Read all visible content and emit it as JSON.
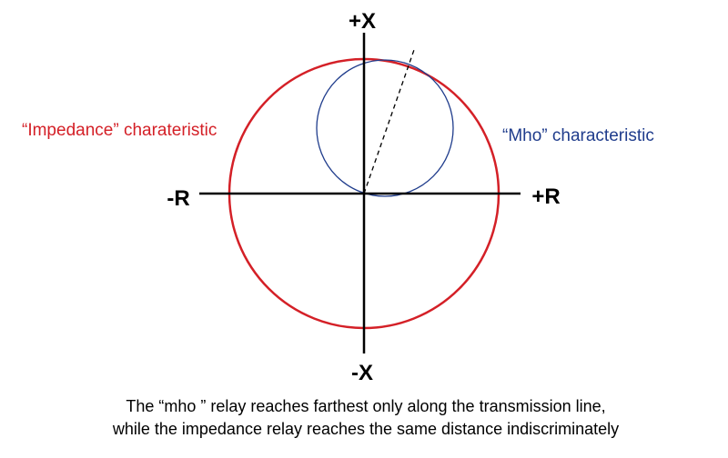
{
  "axes": {
    "positive_x": "+X",
    "negative_x": "-X",
    "positive_r": "+R",
    "negative_r": "-R"
  },
  "labels": {
    "impedance": "“Impedance” charateristic",
    "mho": "“Mho” characteristic"
  },
  "caption": {
    "line1": "The “mho ” relay reaches farthest only along the transmission line,",
    "line2": "while the impedance relay reaches the same distance indiscriminately"
  },
  "colors": {
    "impedance": "#d42027",
    "mho": "#1f3c8c",
    "axes": "#000000"
  }
}
